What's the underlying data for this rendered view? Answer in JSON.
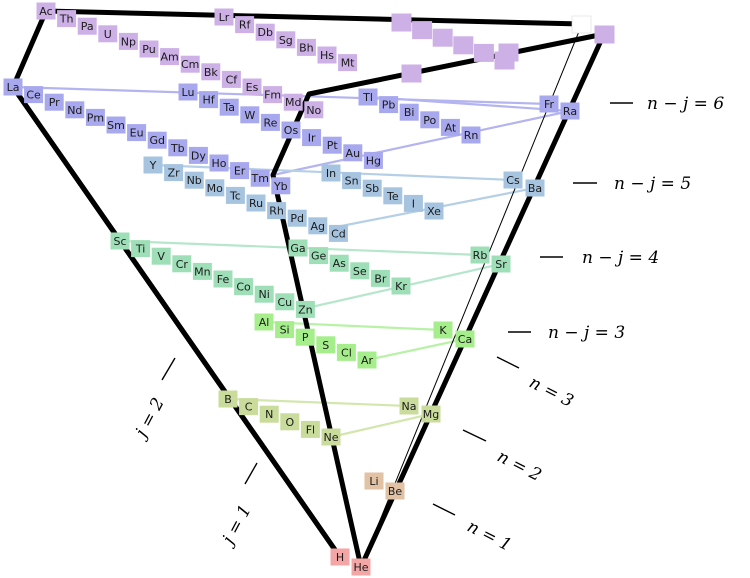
{
  "labels": {
    "nj6": "n − j = 6",
    "nj5": "n − j = 5",
    "nj4": "n − j = 4",
    "nj3": "n − j = 3",
    "n3": "n = 3",
    "n2": "n = 2",
    "n1": "n = 1",
    "j2": "j = 2",
    "j1": "j = 1"
  },
  "colors": {
    "n1": "#f4a6a6",
    "n2": "#e2c2a4",
    "n3": "#c9dc9c",
    "n4": "#a6ee8c",
    "n5": "#9fdfb8",
    "n6": "#a6c4e0",
    "n7": "#a8a8ee",
    "n8": "#ccb0e6"
  },
  "elements": {
    "n1": [
      "H",
      "He"
    ],
    "n2": [
      "Li",
      "Be"
    ],
    "n3": [
      "B",
      "C",
      "N",
      "O",
      "Fl",
      "Ne",
      "Na",
      "Mg"
    ],
    "n4": [
      "Al",
      "Si",
      "P",
      "S",
      "Cl",
      "Ar",
      "K",
      "Ca"
    ],
    "n5": [
      "Sc",
      "Ti",
      "V",
      "Cr",
      "Mn",
      "Fe",
      "Co",
      "Ni",
      "Cu",
      "Zn",
      "Ga",
      "Ge",
      "As",
      "Se",
      "Br",
      "Kr",
      "Rb",
      "Sr"
    ],
    "n6": [
      "Y",
      "Zr",
      "Nb",
      "Mo",
      "Tc",
      "Ru",
      "Rh",
      "Pd",
      "Ag",
      "Cd",
      "In",
      "Sn",
      "Sb",
      "Te",
      "I",
      "Xe",
      "Cs",
      "Ba"
    ],
    "n7": [
      "La",
      "Ce",
      "Pr",
      "Nd",
      "Pm",
      "Sm",
      "Eu",
      "Gd",
      "Tb",
      "Dy",
      "Ho",
      "Er",
      "Tm",
      "Yb",
      "Lu",
      "Hf",
      "Ta",
      "W",
      "Re",
      "Os",
      "Ir",
      "Pt",
      "Au",
      "Hg",
      "Tl",
      "Pb",
      "Bi",
      "Po",
      "At",
      "Rn",
      "Fr",
      "Ra"
    ],
    "n8": [
      "Ac",
      "Th",
      "Pa",
      "U",
      "Np",
      "Pu",
      "Am",
      "Cm",
      "Bk",
      "Cf",
      "Es",
      "Fm",
      "Md",
      "No",
      "Lr",
      "Rf",
      "Db",
      "Sg",
      "Bh",
      "Hs",
      "Mt"
    ]
  }
}
